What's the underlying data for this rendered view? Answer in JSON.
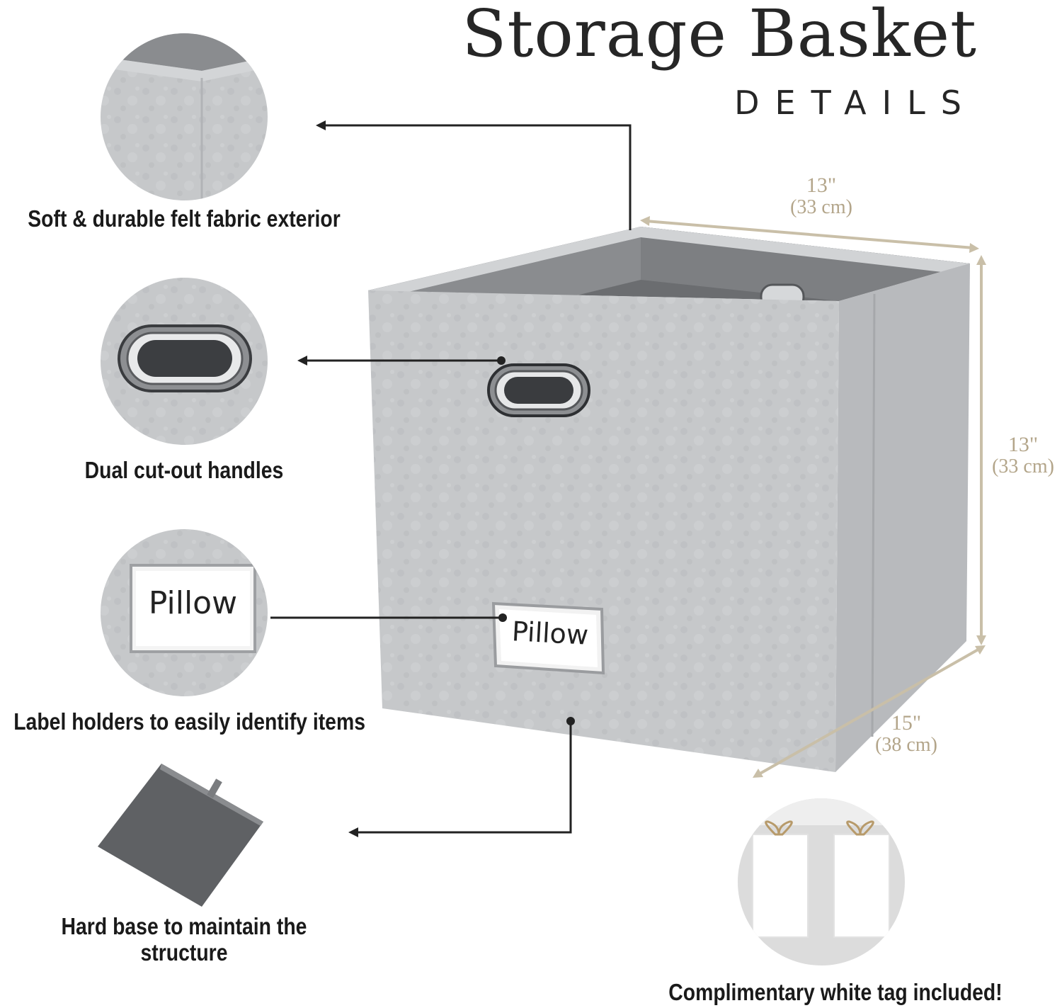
{
  "header": {
    "title": "Storage Basket",
    "subtitle": "DETAILS"
  },
  "features": [
    {
      "caption": "Soft & durable felt fabric exterior",
      "icon": "felt-corner-icon"
    },
    {
      "caption": "Dual cut-out handles",
      "icon": "handle-icon"
    },
    {
      "caption": "Label holders to easily identify items",
      "icon": "label-holder-icon"
    },
    {
      "caption": "Hard base to maintain the structure",
      "icon": "base-board-icon"
    }
  ],
  "product": {
    "label_text": "Pillow"
  },
  "dimensions": {
    "top_width": {
      "inches": "13\"",
      "cm": "(33 cm)"
    },
    "height": {
      "inches": "13\"",
      "cm": "(33 cm)"
    },
    "depth": {
      "inches": "15\"",
      "cm": "(38 cm)"
    }
  },
  "bonus": {
    "caption": "Complimentary white tag included!"
  },
  "colors": {
    "felt": "#c4c6c8",
    "felt_dark": "#a9abae",
    "liner": "#6d6f71",
    "dimension_line": "#c9bfa8",
    "leader_line": "#222222"
  }
}
